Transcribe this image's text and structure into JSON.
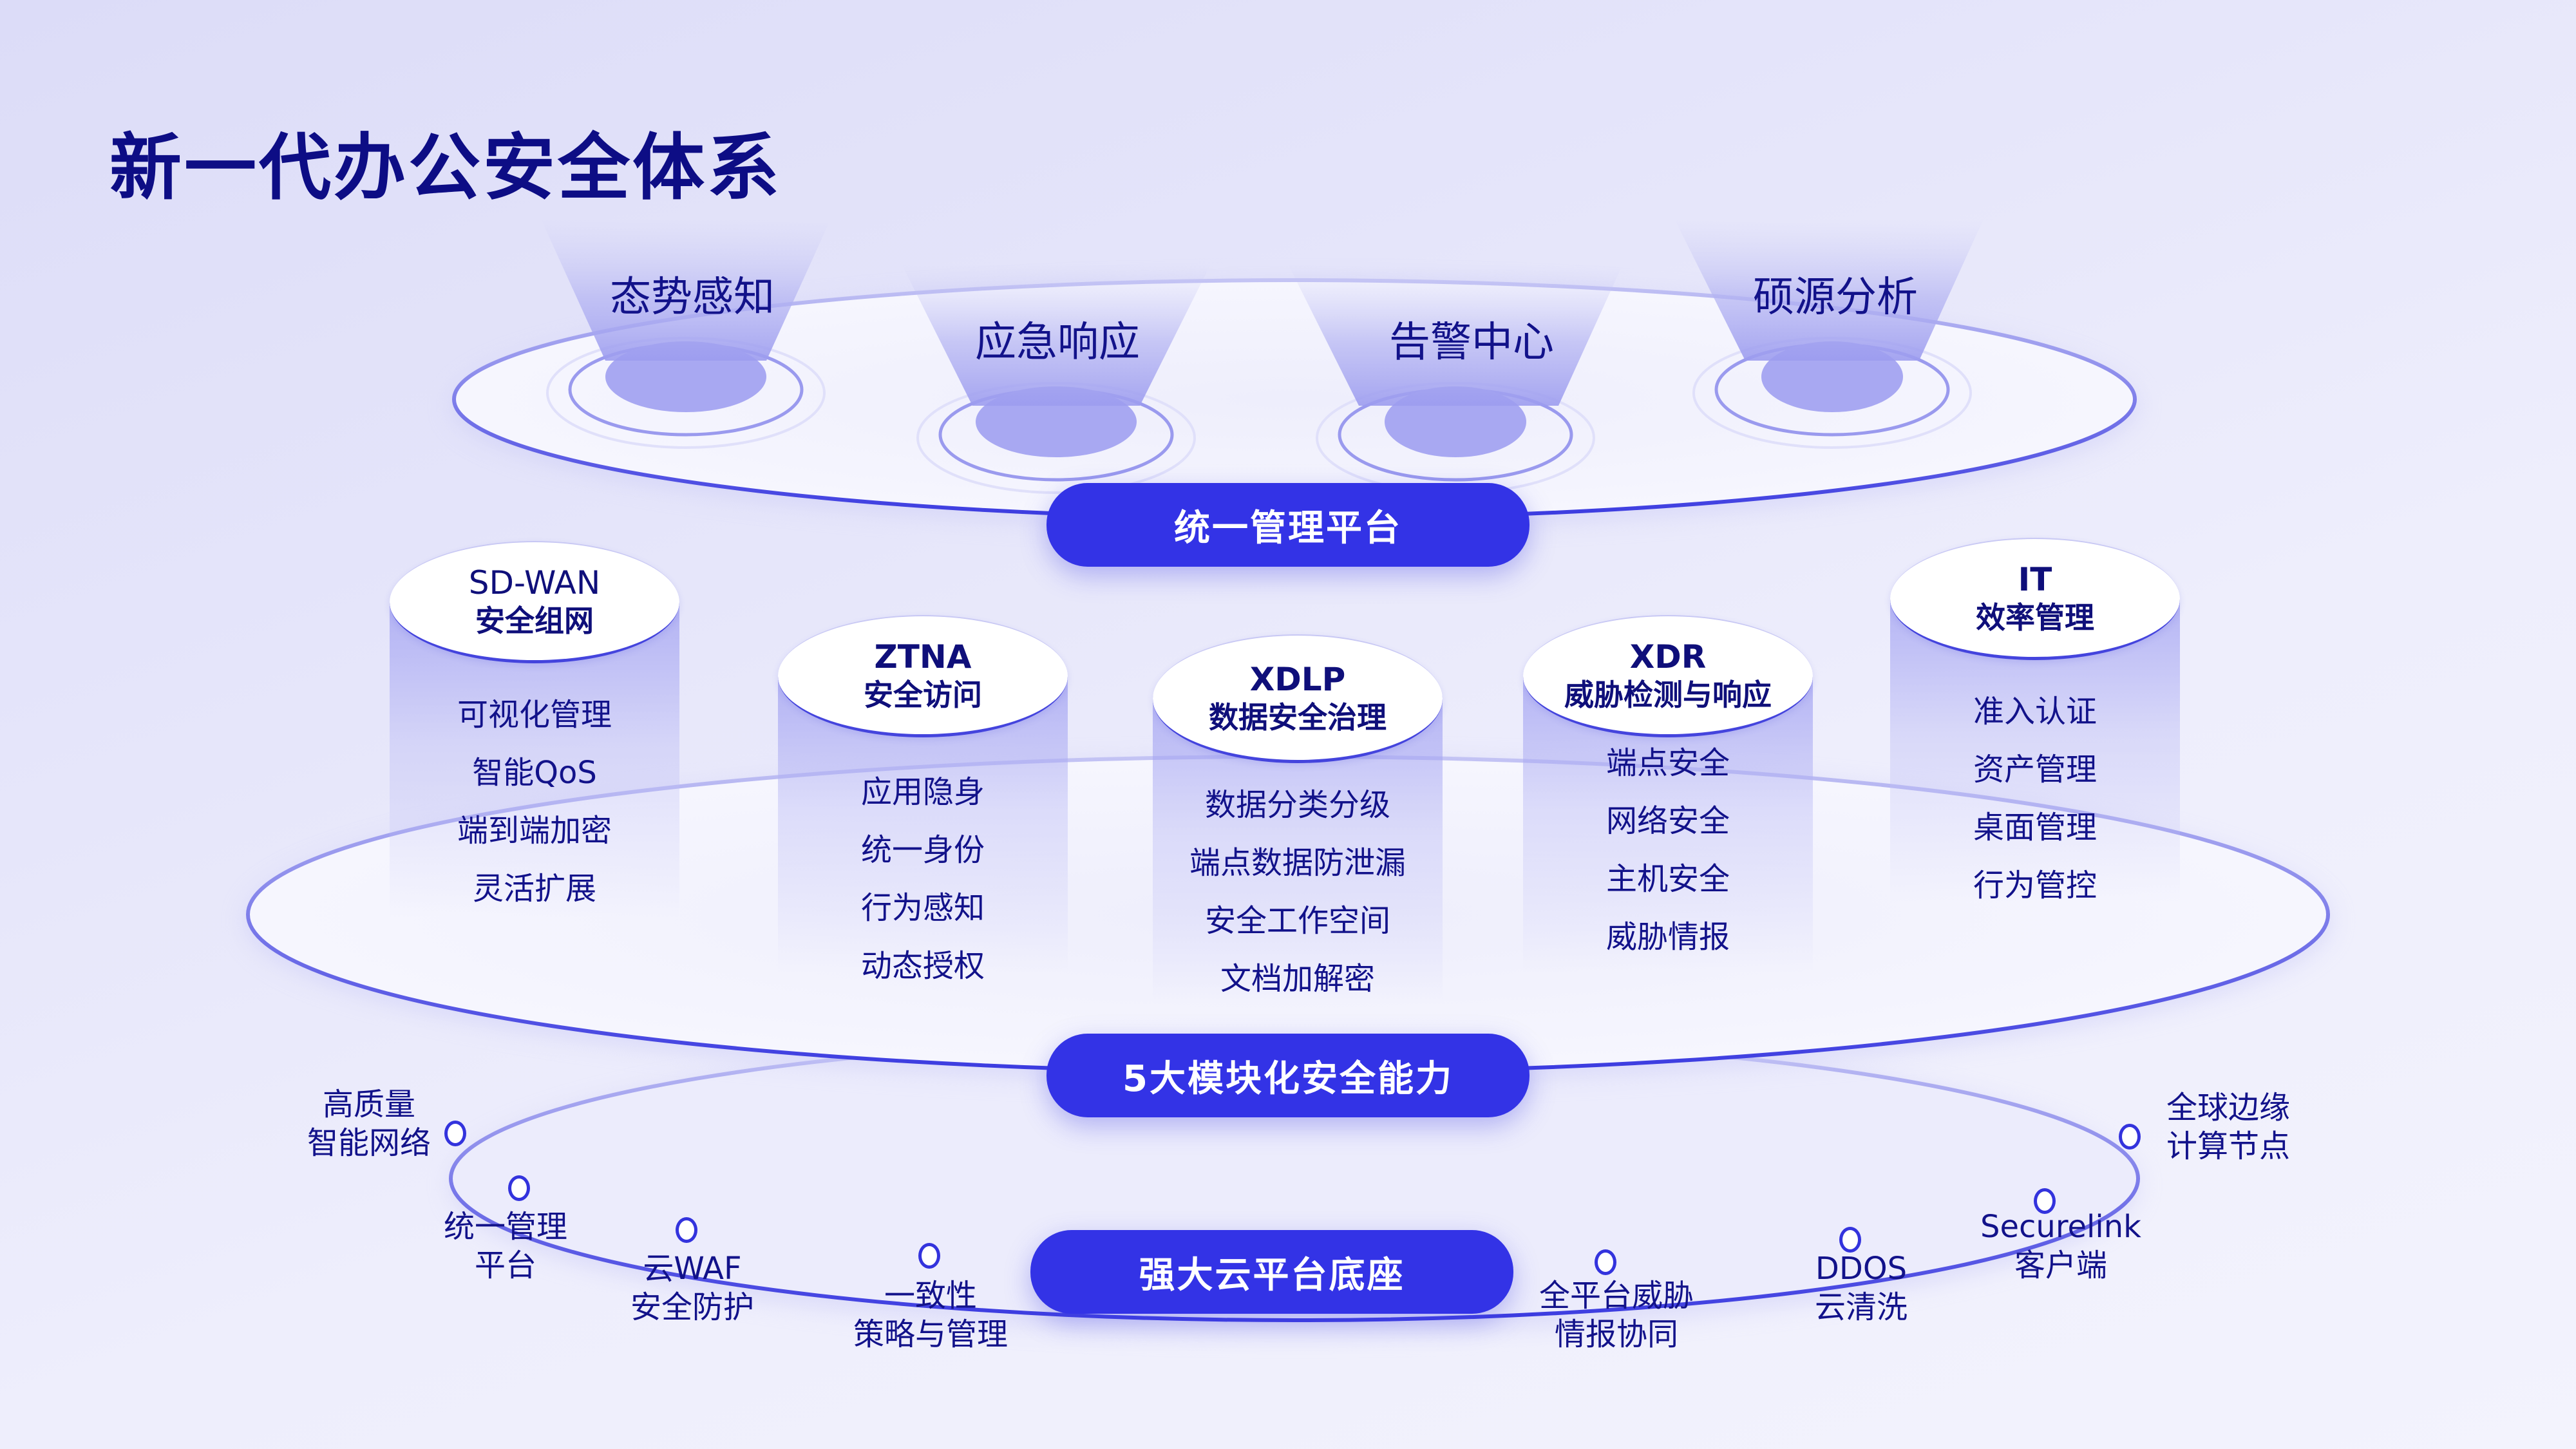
{
  "title": "新一代办公安全体系",
  "top_layer": {
    "beams": [
      {
        "label": "态势感知"
      },
      {
        "label": "应急响应"
      },
      {
        "label": "告警中心"
      },
      {
        "label": "硕源分析"
      }
    ],
    "pill": "统一管理平台"
  },
  "middle_layer": {
    "modules": [
      {
        "title_en": "SD-WAN",
        "title_zh": "安全组网",
        "items": [
          "可视化管理",
          "智能QoS",
          "端到端加密",
          "灵活扩展"
        ]
      },
      {
        "title_en": "ZTNA",
        "title_zh": "安全访问",
        "items": [
          "应用隐身",
          "统一身份",
          "行为感知",
          "动态授权"
        ]
      },
      {
        "title_en": "XDLP",
        "title_zh": "数据安全治理",
        "items": [
          "数据分类分级",
          "端点数据防泄漏",
          "安全工作空间",
          "文档加解密"
        ]
      },
      {
        "title_en": "XDR",
        "title_zh": "威胁检测与响应",
        "items": [
          "端点安全",
          "网络安全",
          "主机安全",
          "威胁情报"
        ]
      },
      {
        "title_en": "IT",
        "title_zh": "效率管理",
        "items": [
          "准入认证",
          "资产管理",
          "桌面管理",
          "行为管控"
        ]
      }
    ],
    "pill": "5大模块化安全能力"
  },
  "bottom_layer": {
    "nodes": [
      {
        "line1": "高质量",
        "line2": "智能网络"
      },
      {
        "line1": "统一管理",
        "line2": "平台"
      },
      {
        "line1": "云WAF",
        "line2": "安全防护"
      },
      {
        "line1": "一致性",
        "line2": "策略与管理"
      },
      {
        "line1": "全平台威胁",
        "line2": "情报协同"
      },
      {
        "line1": "DDOS",
        "line2": "云清洗"
      },
      {
        "line1": "Securelink",
        "line2": "客户端"
      },
      {
        "line1": "全球边缘",
        "line2": "计算节点"
      }
    ],
    "pill": "强大云平台底座"
  },
  "colors": {
    "accent": "#3333e6",
    "text": "#0f0f7a",
    "ring_stroke": "#4a4ae0",
    "background": "#e6e6fa"
  }
}
